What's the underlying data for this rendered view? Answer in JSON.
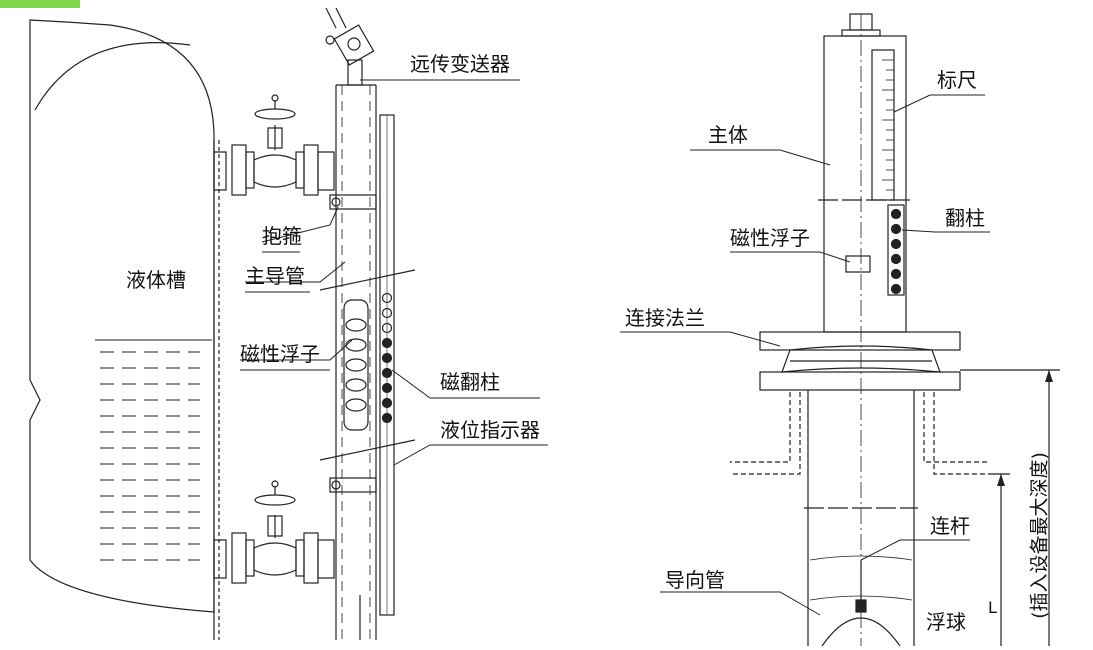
{
  "left_diagram": {
    "labels": {
      "transmitter": "远传变送器",
      "hoop": "抱箍",
      "main_guide_pipe": "主导管",
      "liquid_tank": "液体槽",
      "magnetic_float": "磁性浮子",
      "magnetic_flip_column": "磁翻柱",
      "level_indicator": "液位指示器"
    }
  },
  "right_diagram": {
    "labels": {
      "scale": "标尺",
      "main_body": "主体",
      "flip_column": "翻柱",
      "magnetic_float": "磁性浮子",
      "connecting_flange": "连接法兰",
      "connecting_rod": "连杆",
      "guide_pipe": "导向管",
      "float_ball": "浮球",
      "max_insertion_depth": "(插入设备最大深度)",
      "marker_L": "L"
    }
  },
  "colors": {
    "line": "#222222",
    "tag": "#7fd64a"
  }
}
